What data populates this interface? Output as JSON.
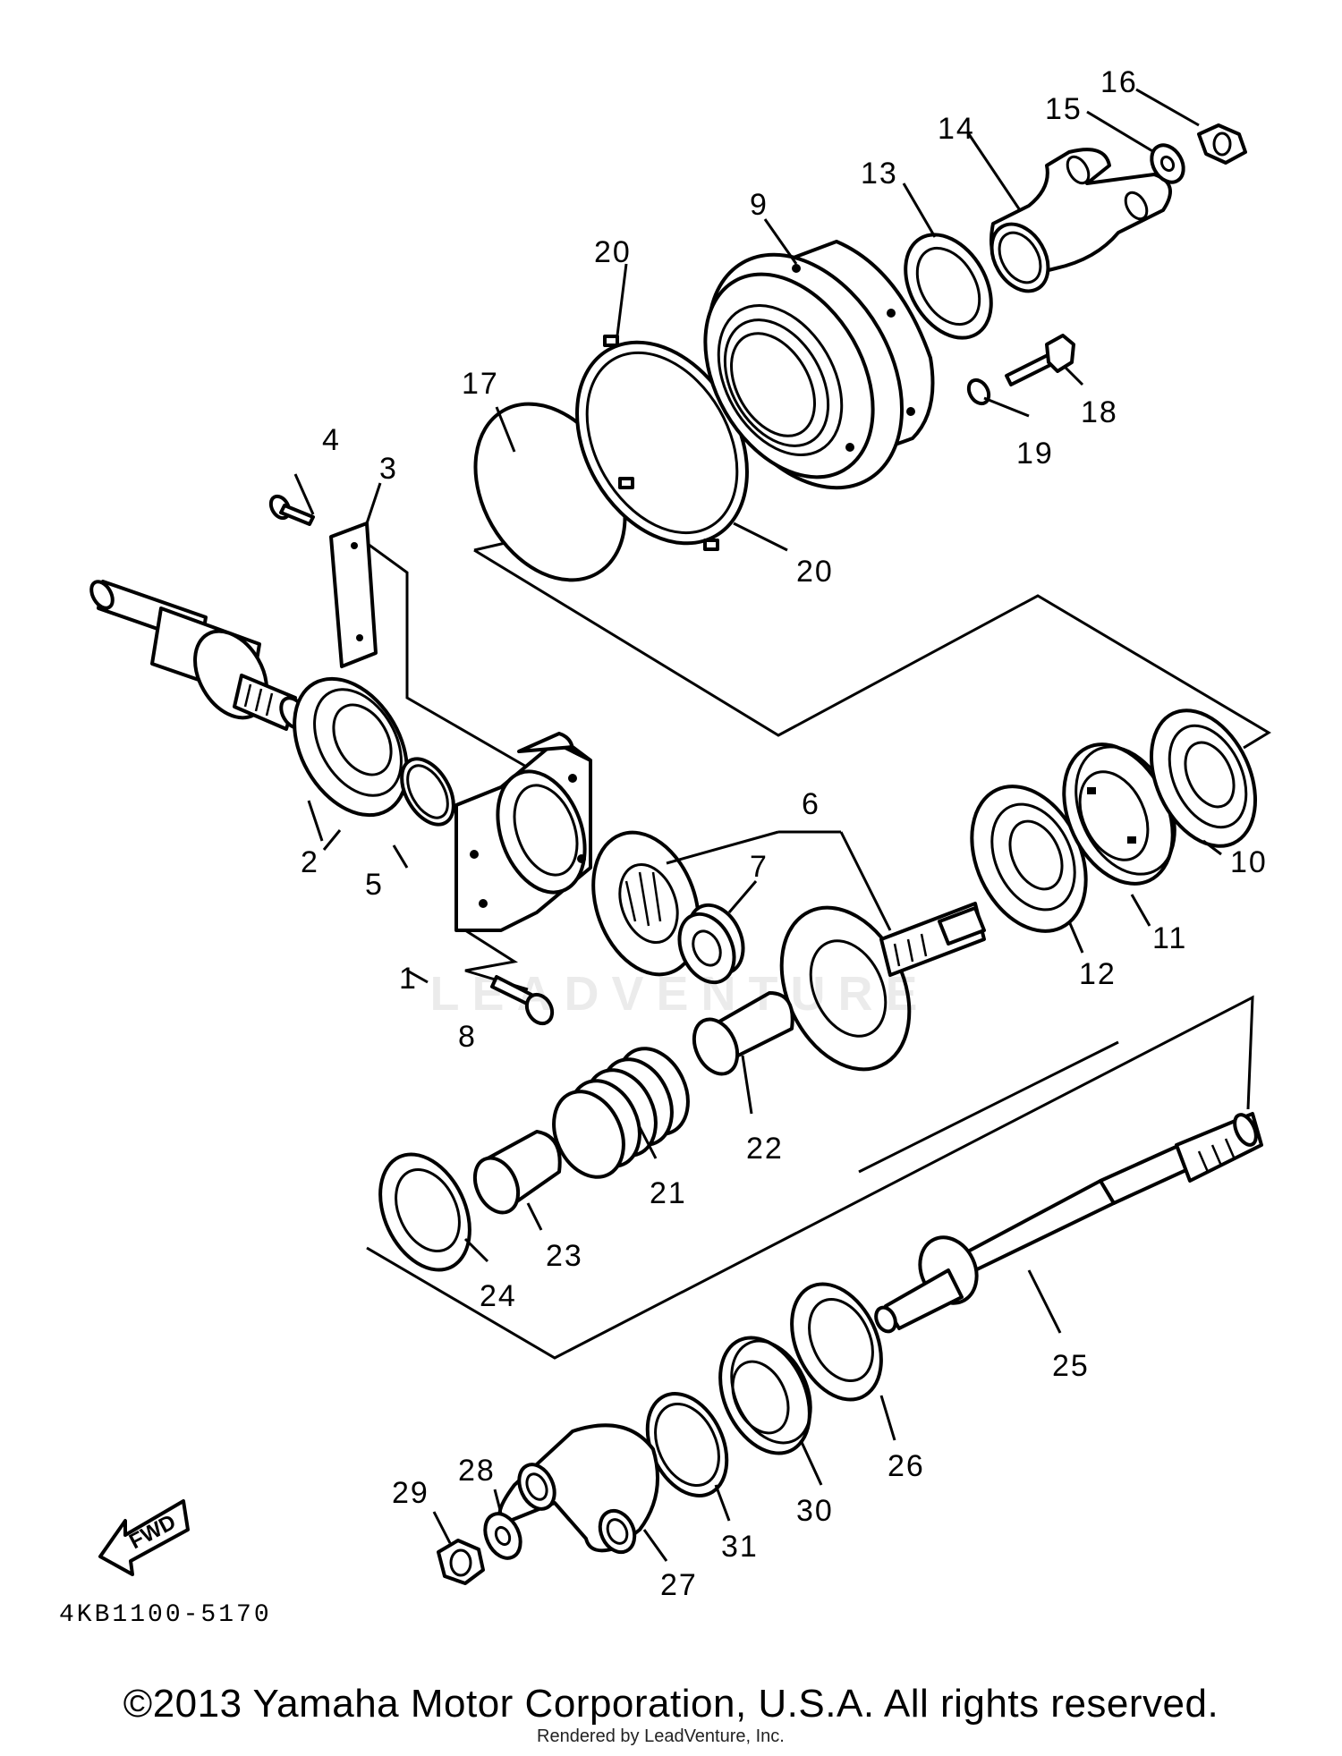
{
  "diagram": {
    "part_labels": [
      "1",
      "2",
      "3",
      "4",
      "5",
      "6",
      "7",
      "8",
      "9",
      "10",
      "11",
      "12",
      "13",
      "14",
      "15",
      "16",
      "17",
      "18",
      "19",
      "20",
      "20",
      "21",
      "22",
      "23",
      "24",
      "25",
      "26",
      "27",
      "28",
      "29",
      "30",
      "31"
    ],
    "fwd_label": "FWD",
    "diagram_code": "4KB1100-5170",
    "watermark": "LEADVENTURE"
  },
  "footer": {
    "copyright": "©2013 Yamaha Motor Corporation, U.S.A. All rights reserved.",
    "rendered_by": "Rendered by LeadVenture, Inc."
  }
}
